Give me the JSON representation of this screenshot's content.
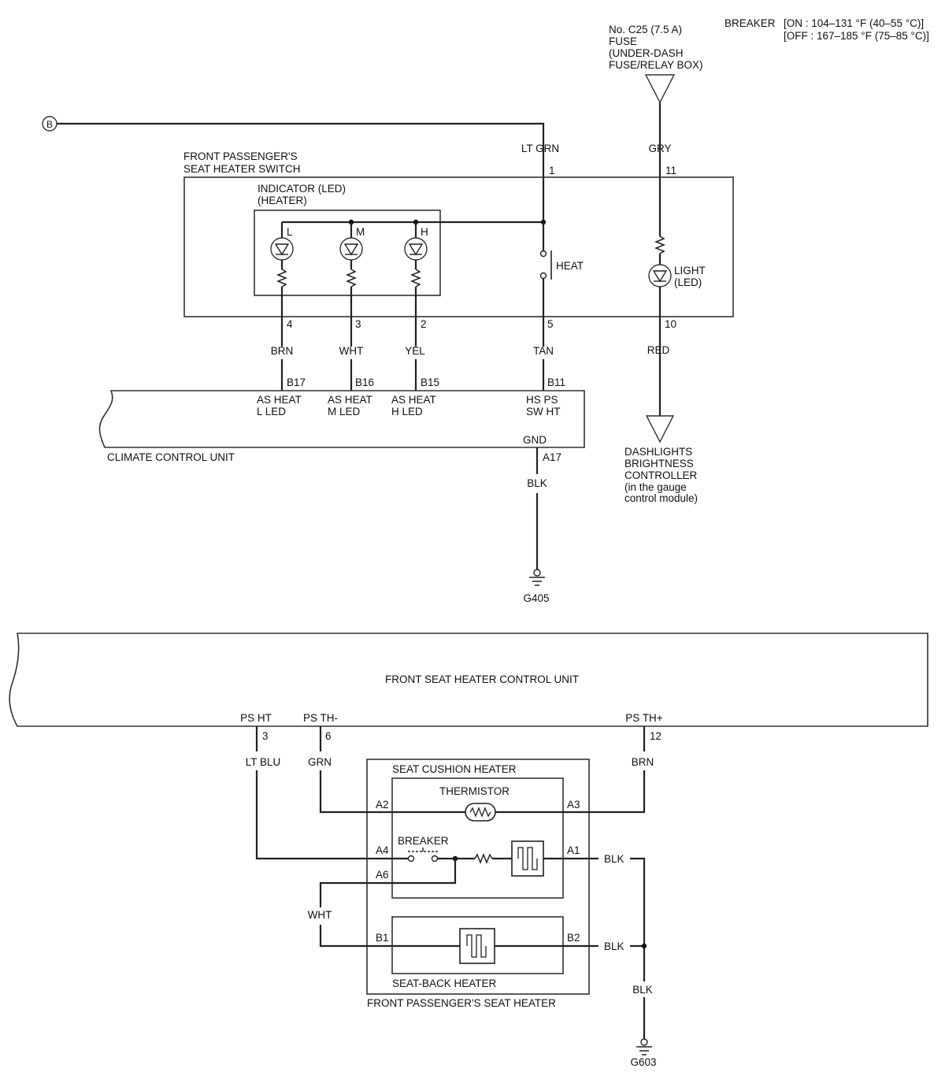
{
  "breaker_spec": {
    "label": "BREAKER",
    "on": "[ON : 104–131 °F (40–55 °C)]",
    "off": "[OFF : 167–185 °F (75–85 °C)]"
  },
  "fuse": {
    "line1": "No. C25 (7.5 A)",
    "line2": "FUSE",
    "line3": "(UNDER-DASH",
    "line4": "FUSE/RELAY BOX)"
  },
  "connector_b": "B",
  "switch": {
    "title1": "FRONT PASSENGER'S",
    "title2": "SEAT HEATER SWITCH",
    "indicator1": "INDICATOR (LED)",
    "indicator2": "(HEATER)",
    "led_l": "L",
    "led_m": "M",
    "led_h": "H",
    "heat": "HEAT",
    "light1": "LIGHT",
    "light2": "(LED)"
  },
  "wires": {
    "lt_grn": "LT GRN",
    "gry": "GRY",
    "brn": "BRN",
    "wht": "WHT",
    "yel": "YEL",
    "tan": "TAN",
    "red": "RED",
    "blk": "BLK",
    "lt_blu": "LT BLU",
    "grn": "GRN",
    "brn2": "BRN",
    "wht2": "WHT",
    "blk_a1": "BLK",
    "blk_b2": "BLK",
    "blk_g603": "BLK"
  },
  "pins": {
    "p1": "1",
    "p11": "11",
    "p4": "4",
    "p3": "3",
    "p2": "2",
    "p5": "5",
    "p10": "10",
    "b17": "B17",
    "b16": "B16",
    "b15": "B15",
    "b11": "B11",
    "a17": "A17",
    "fs3": "3",
    "fs6": "6",
    "fs12": "12",
    "a2": "A2",
    "a3": "A3",
    "a4": "A4",
    "a6": "A6",
    "a1": "A1",
    "b1": "B1",
    "b2": "B2"
  },
  "climate": {
    "name": "CLIMATE CONTROL UNIT",
    "l_led1": "AS HEAT",
    "l_led2": "L LED",
    "m_led1": "AS HEAT",
    "m_led2": "M LED",
    "h_led1": "AS HEAT",
    "h_led2": "H LED",
    "hs1": "HS PS",
    "hs2": "SW HT",
    "gnd": "GND"
  },
  "grounds": {
    "g405": "G405",
    "g603": "G603"
  },
  "dash": {
    "l1": "DASHLIGHTS",
    "l2": "BRIGHTNESS",
    "l3": "CONTROLLER",
    "l4": "(in the gauge",
    "l5": "control module)"
  },
  "control_unit": {
    "name": "FRONT SEAT HEATER CONTROL UNIT",
    "ps_ht": "PS HT",
    "ps_th_minus": "PS TH-",
    "ps_th_plus": "PS TH+"
  },
  "seat": {
    "cushion": "SEAT CUSHION HEATER",
    "thermistor": "THERMISTOR",
    "breaker": "BREAKER",
    "seat_back": "SEAT-BACK HEATER",
    "outer": "FRONT PASSENGER'S SEAT HEATER"
  }
}
